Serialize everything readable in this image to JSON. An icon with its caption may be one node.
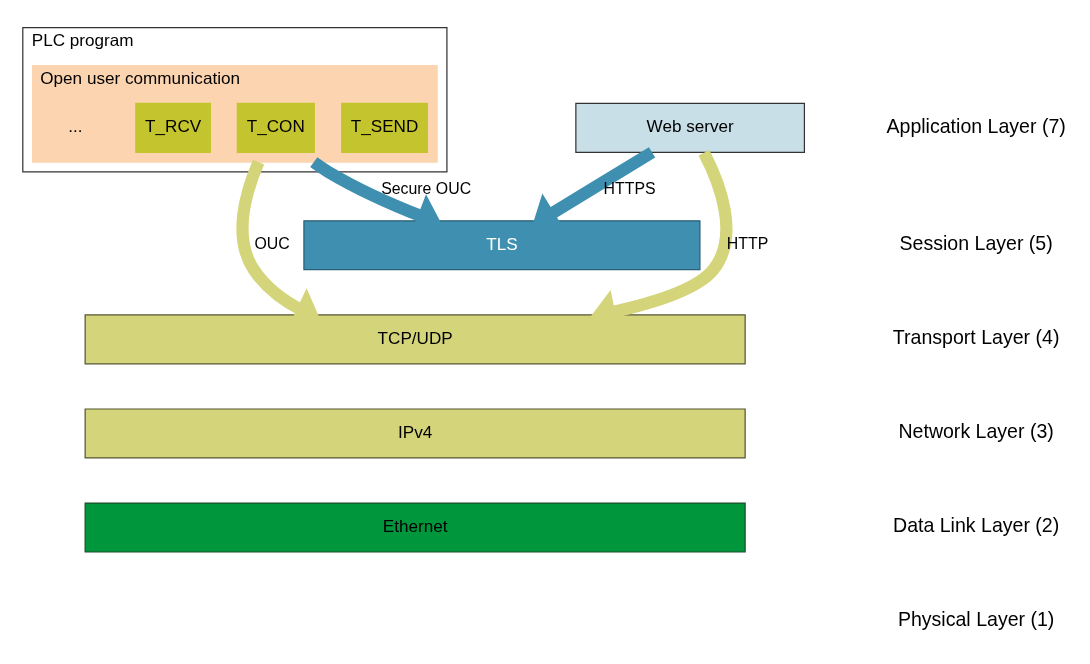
{
  "diagram": {
    "nodes": [
      {
        "text": [
          "PLC program"
        ]
      },
      {
        "text": [
          "Open user communication"
        ],
        "in": 0
      },
      {
        "text": [
          "T_SEND"
        ],
        "in": 1
      },
      {
        "text": [
          "T_CON"
        ],
        "in": 1
      },
      {
        "text": [
          "T_RCV"
        ],
        "in": 1
      },
      {
        "text": [
          "Web server"
        ]
      },
      {
        "text": [
          "TLS"
        ]
      },
      {
        "text": [
          "TCP/UDP"
        ]
      },
      {
        "text": [
          "IPv4"
        ]
      },
      {
        "text": [
          "Ethernet"
        ]
      }
    ],
    "edges": [
      {
        "from": 5,
        "to": 7,
        "arrow": "to",
        "label": "HTTP",
        "color": "#d4d47a"
      },
      {
        "from": 5,
        "to": 6,
        "arrow": "to",
        "label": "HTTPS",
        "color": "#3f8fb0"
      },
      {
        "from": 1,
        "to": 6,
        "arrow": "to",
        "label": "Secure OUC",
        "color": "#3f8fb0"
      },
      {
        "from": 1,
        "to": 7,
        "arrow": "to",
        "label": "OUC",
        "color": "#d4d47a"
      }
    ],
    "labels": [
      "...",
      "Application Layer (7)",
      "Session Layer (5)",
      "Transport Layer (4)",
      "Network Layer (3)",
      "Data Link Layer (2)",
      "Physical Layer (1)"
    ]
  }
}
